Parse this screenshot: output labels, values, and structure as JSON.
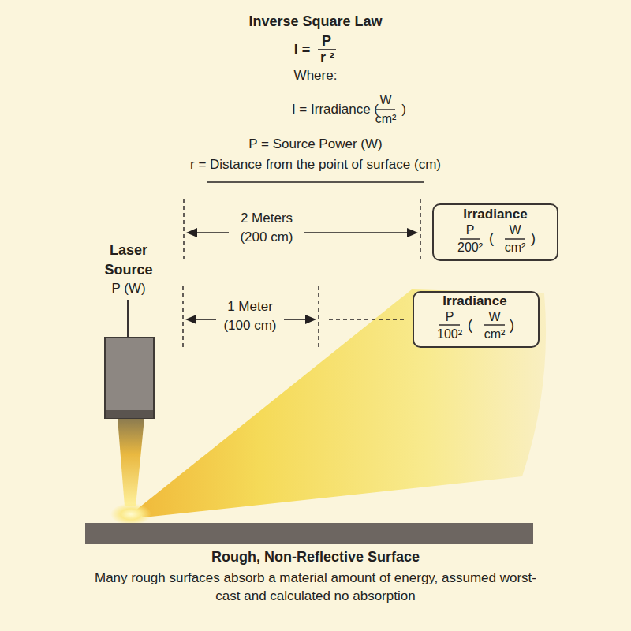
{
  "diagram": {
    "title": "Inverse Square Law",
    "caption": "Many rough surfaces absorb a material amount of energy, assumed worst-cast and calculated no absorption",
    "nodes": [
      {
        "text": [
          "Irradiance",
          "P",
          "200²",
          "(",
          "W",
          "cm²",
          ")"
        ]
      },
      {
        "text": [
          "Irradiance",
          "P",
          "100²",
          "(",
          "W",
          "cm²",
          ")"
        ]
      }
    ],
    "labels": [
      "I =",
      "P",
      "r ²",
      "Where:",
      "I = Irradiance (",
      "W",
      "cm²",
      ")",
      "P = Source Power (W)",
      "r = Distance from the point of surface (cm)",
      "2 Meters",
      "(200 cm)",
      "1 Meter",
      "(100 cm)",
      "Laser Source",
      "P (W)",
      "Rough, Non-Reflective Surface"
    ]
  }
}
